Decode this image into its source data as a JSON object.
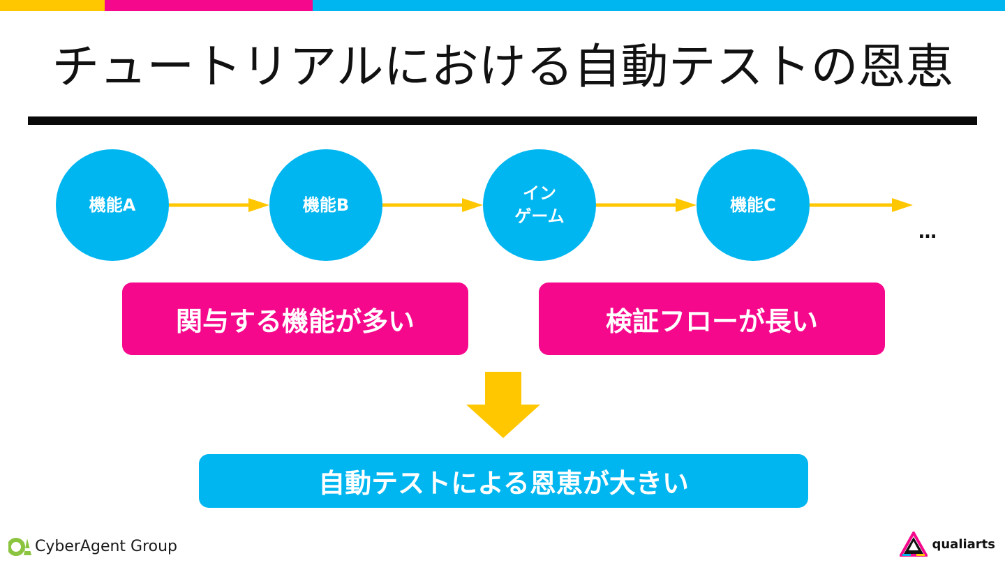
{
  "colors": {
    "yellow": "#ffc700",
    "pink": "#f5088c",
    "blue": "#00b6f0",
    "black": "#0a0a0a"
  },
  "title": "チュートリアルにおける自動テストの恩恵",
  "flow": {
    "nodes": [
      "機能A",
      "機能B",
      "イン\nゲーム",
      "機能C"
    ],
    "ellipsis": "…"
  },
  "reasons": {
    "left": "関与する機能が多い",
    "right": "検証フローが長い"
  },
  "conclusion": "自動テストによる恩恵が大きい",
  "footer": {
    "left_logo": "CyberAgent Group",
    "right_logo": "qualiarts"
  }
}
